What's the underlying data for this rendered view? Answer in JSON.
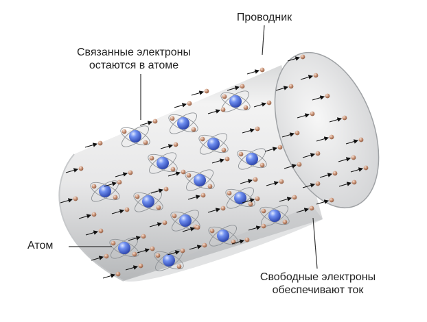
{
  "labels": {
    "conductor": "Проводник",
    "bound_line1": "Связанные электроны",
    "bound_line2": "остаются в атоме",
    "atom": "Атом",
    "free_line1": "Свободные электроны",
    "free_line2": "обеспечивают ток"
  },
  "colors": {
    "background": "#ffffff",
    "cylinder_light": "#f4f4f4",
    "cylinder_dark": "#b9bbbd",
    "nucleus": "#3f5fd0",
    "electron": "#c28b6e",
    "arrow": "#111111",
    "leader_line": "#333333"
  }
}
